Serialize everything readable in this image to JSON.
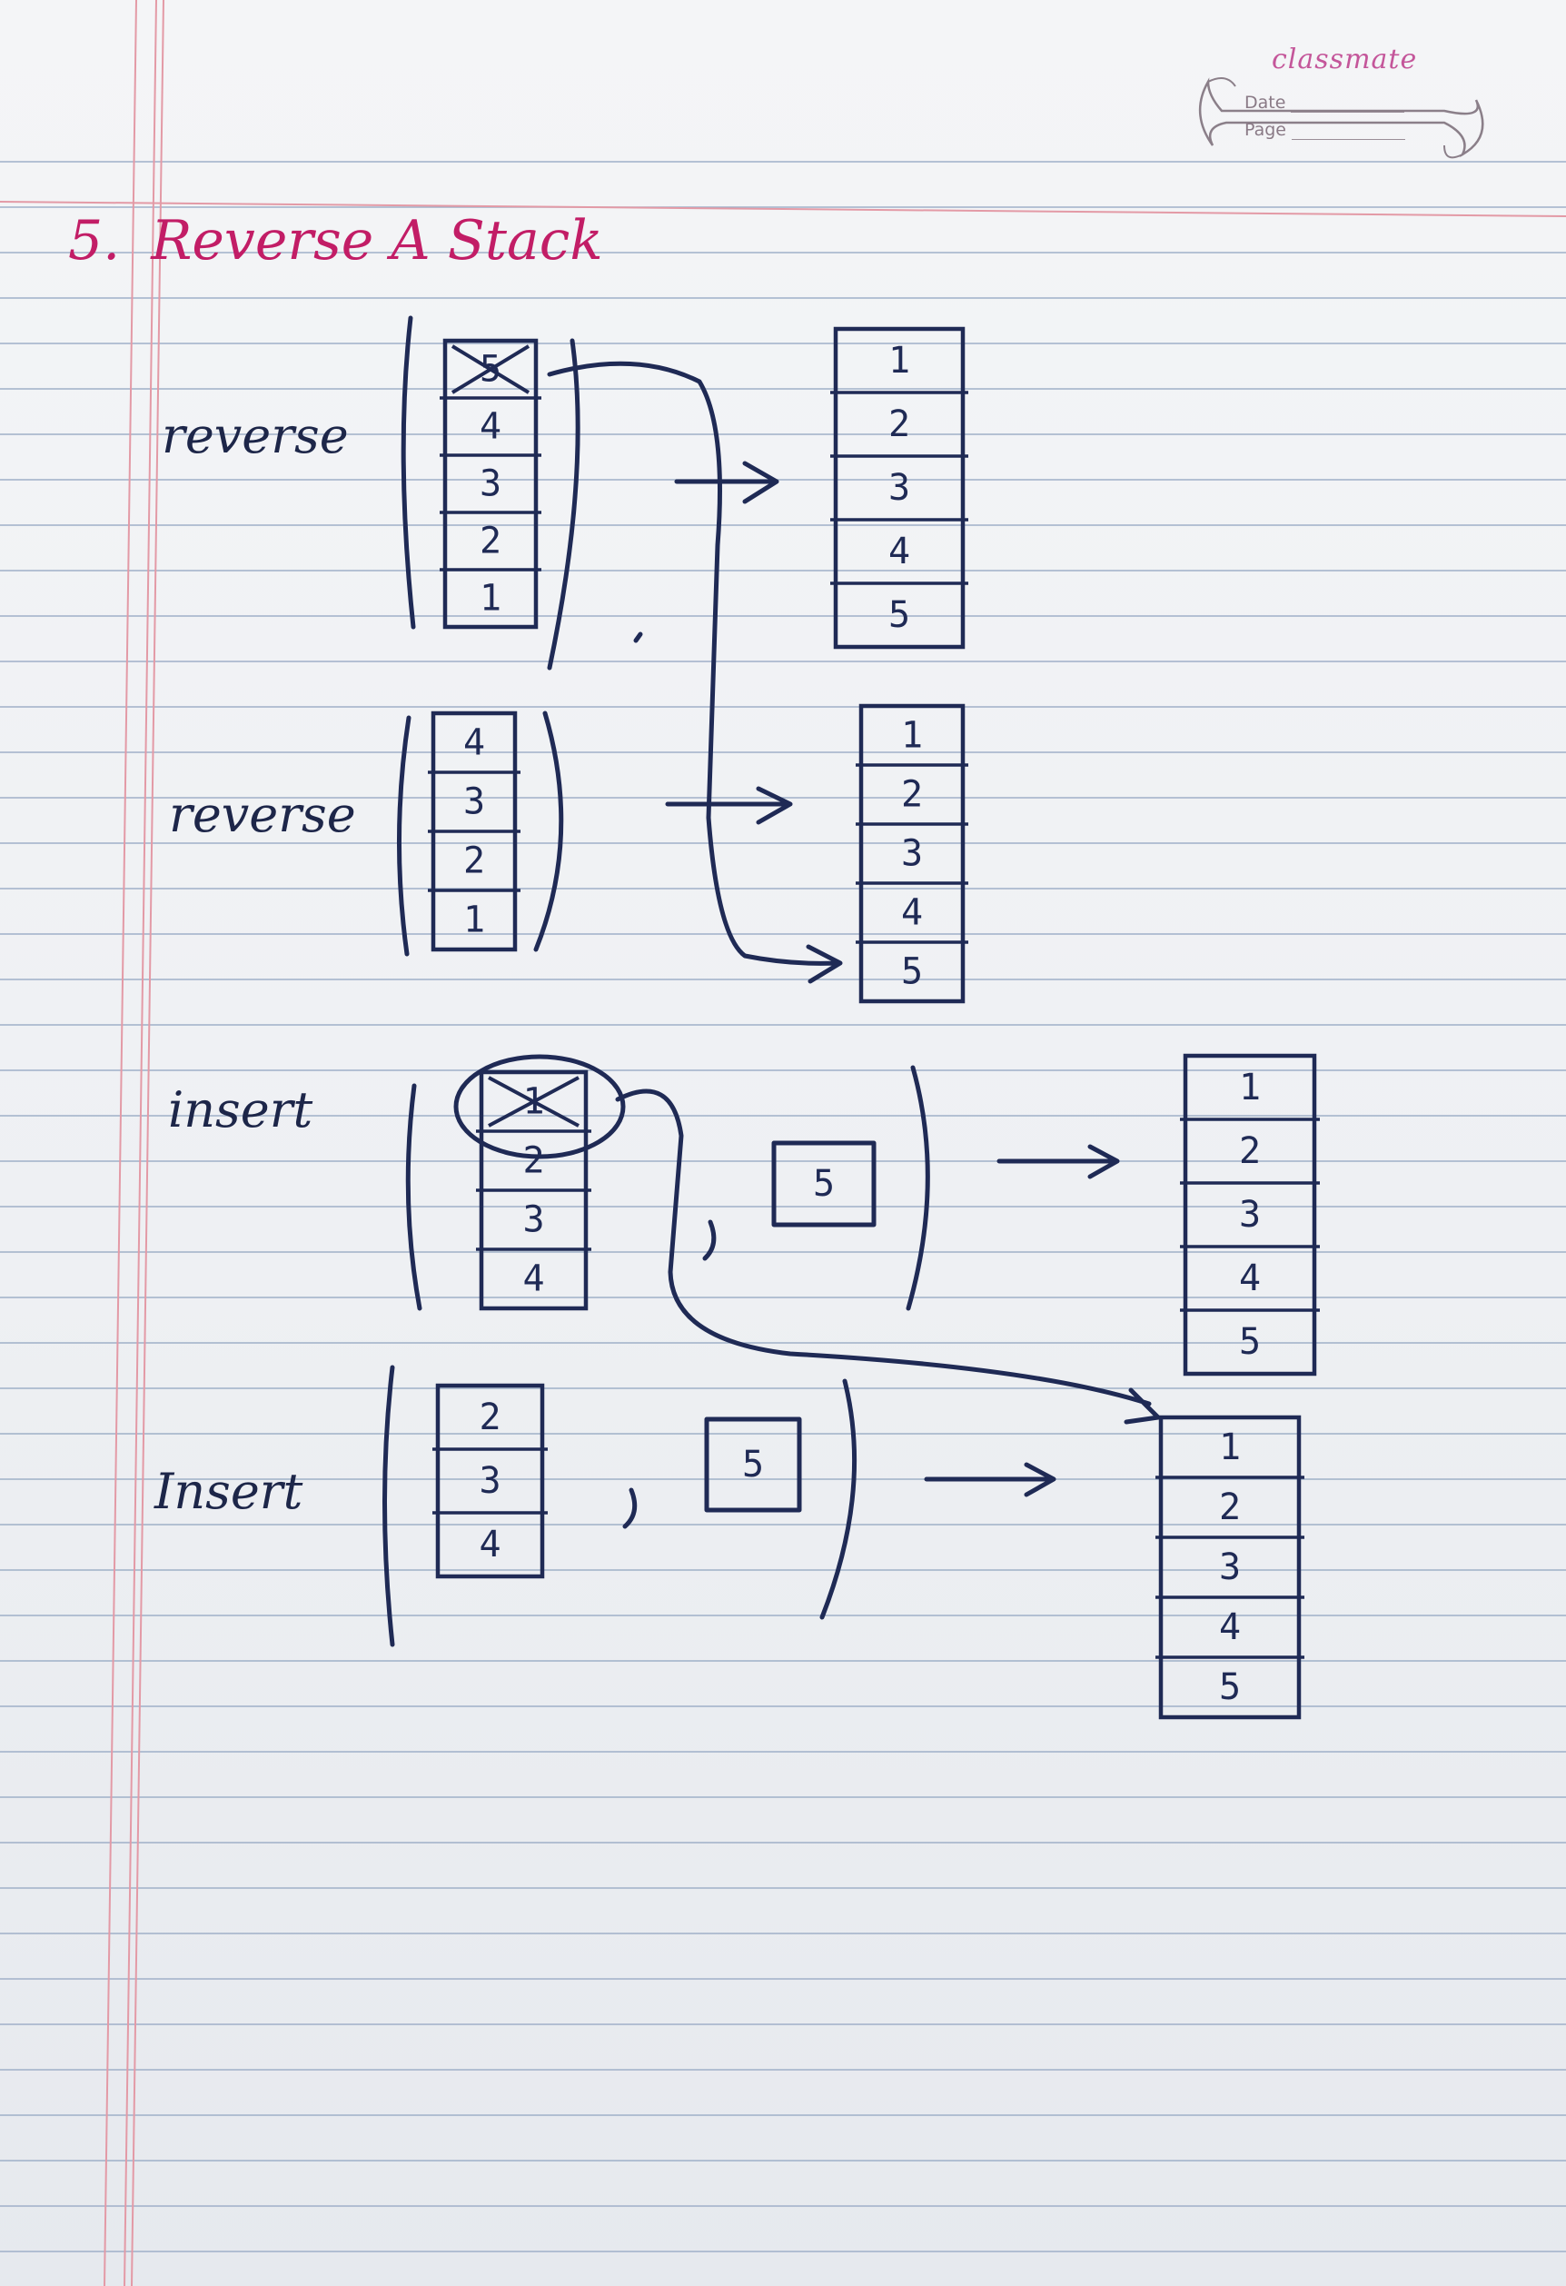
{
  "brand": {
    "name": "classmate",
    "date_label": "Date",
    "page_label": "Page"
  },
  "heading": {
    "number": "5.",
    "title": "Reverse A Stack"
  },
  "labels": [
    "reverse",
    "reverse",
    "insert",
    "Insert"
  ],
  "stacks": {
    "s1_input": [
      "5",
      "4",
      "3",
      "2",
      "1"
    ],
    "s1_output": [
      "1",
      "2",
      "3",
      "4",
      "5"
    ],
    "s2_input": [
      "4",
      "3",
      "2",
      "1"
    ],
    "s2_output": [
      "1",
      "2",
      "3",
      "4",
      "5"
    ],
    "s3_input": [
      "1",
      "2",
      "3",
      "4"
    ],
    "s3_value": "5",
    "s3_output": [
      "1",
      "2",
      "3",
      "4",
      "5"
    ],
    "s4_input": [
      "2",
      "3",
      "4"
    ],
    "s4_value": "5",
    "s4_output": [
      "1",
      "2",
      "3",
      "4",
      "5"
    ]
  },
  "crossed_out": {
    "s1_input": [
      "5"
    ],
    "s3_input": [
      "1"
    ]
  },
  "colors": {
    "ink": "#1f2a55",
    "heading": "#c21d66",
    "brand": "#c4569a",
    "rule": "#9fb0c8",
    "margin": "#e39aa6"
  }
}
